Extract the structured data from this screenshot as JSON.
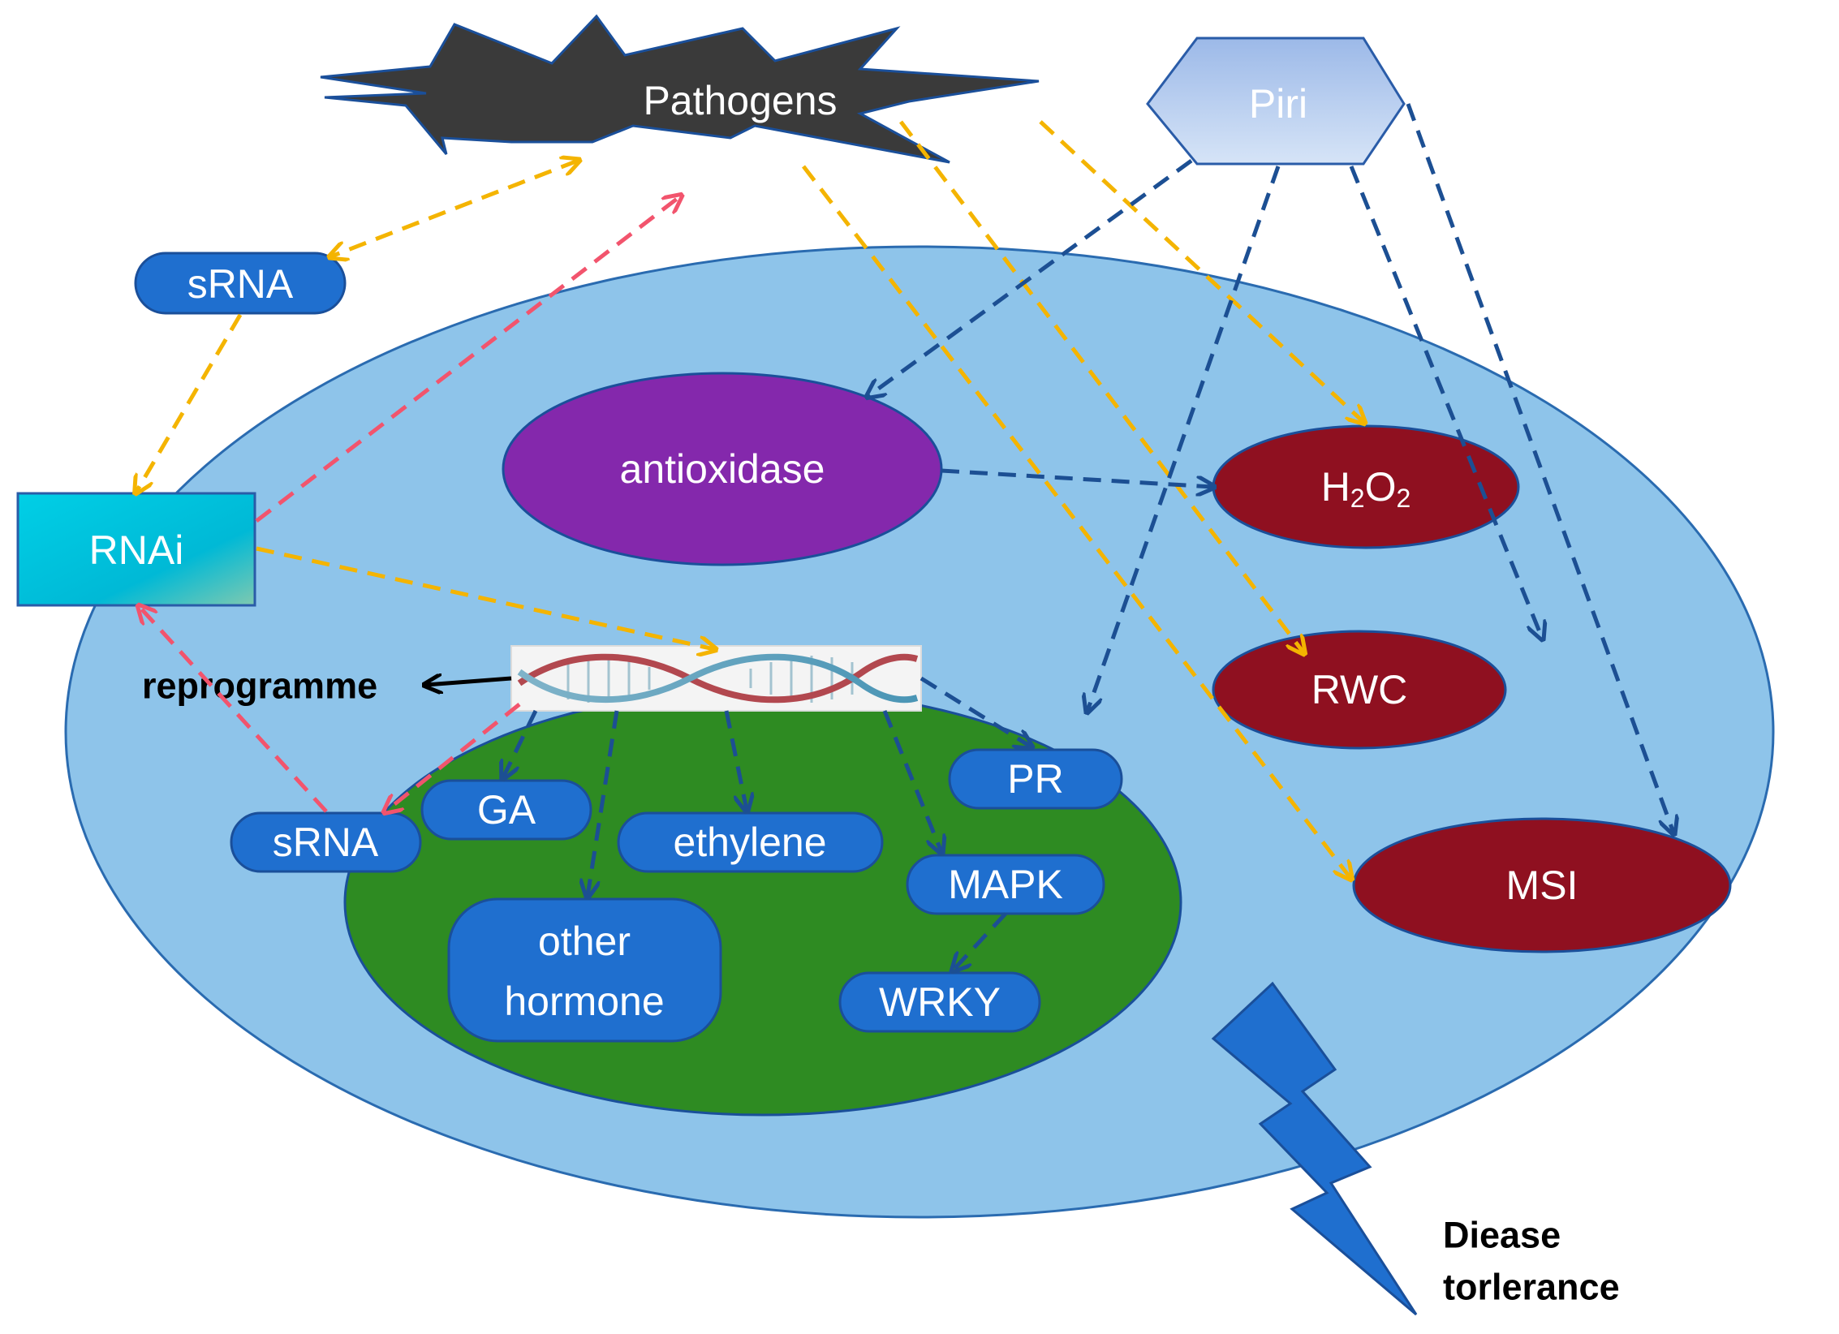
{
  "nodes": {
    "pathogens": "Pathogens",
    "piri": "Piri",
    "srna_outer": "sRNA",
    "rnai": "RNAi",
    "antioxidase": "antioxidase",
    "h2o2_base": "H",
    "h2o2_sub1": "2",
    "h2o2_mid": "O",
    "h2o2_sub2": "2",
    "rwc": "RWC",
    "msi": "MSI",
    "reprogramme": "reprogramme",
    "srna_inner": "sRNA",
    "ga": "GA",
    "ethylene": "ethylene",
    "other_hormone_line1": "other",
    "other_hormone_line2": "hormone",
    "pr": "PR",
    "mapk": "MAPK",
    "wrky": "WRKY",
    "disease_line1": "Diease",
    "disease_line2": "torlerance"
  },
  "colors": {
    "cell": "#8ec4ea",
    "nucleus": "#2e8b22",
    "antioxidase": "#8428ac",
    "dark_red": "#8f1020",
    "pill_blue": "#1f6fcf",
    "arrow_blue": "#1c4f93",
    "arrow_yellow": "#f4b400",
    "arrow_pink": "#f2546d",
    "pathogen": "#3a3a3a"
  }
}
